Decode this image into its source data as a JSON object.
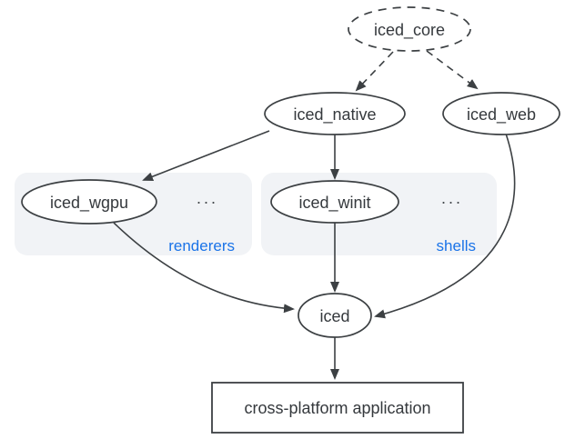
{
  "diagram": {
    "title_hint": "iced crate ecosystem dependency graph",
    "nodes": {
      "iced_core": {
        "label": "iced_core",
        "shape": "ellipse",
        "border": "dashed"
      },
      "iced_native": {
        "label": "iced_native",
        "shape": "ellipse",
        "border": "solid"
      },
      "iced_web": {
        "label": "iced_web",
        "shape": "ellipse",
        "border": "solid"
      },
      "iced_wgpu": {
        "label": "iced_wgpu",
        "shape": "ellipse",
        "border": "solid"
      },
      "iced_winit": {
        "label": "iced_winit",
        "shape": "ellipse",
        "border": "solid"
      },
      "iced": {
        "label": "iced",
        "shape": "ellipse",
        "border": "solid"
      },
      "application": {
        "label": "cross-platform application",
        "shape": "rectangle",
        "border": "solid"
      }
    },
    "groups": {
      "renderers": {
        "label": "renderers",
        "ellipsis": "..."
      },
      "shells": {
        "label": "shells",
        "ellipsis": "..."
      }
    },
    "edges": [
      {
        "from": "iced_core",
        "to": "iced_native",
        "style": "dashed",
        "arrow": true
      },
      {
        "from": "iced_core",
        "to": "iced_web",
        "style": "dashed",
        "arrow": true
      },
      {
        "from": "iced_native",
        "to": "iced_wgpu",
        "style": "solid",
        "arrow": true
      },
      {
        "from": "iced_native",
        "to": "iced_winit",
        "style": "solid",
        "arrow": true
      },
      {
        "from": "iced_wgpu",
        "to": "iced",
        "style": "solid",
        "arrow": true
      },
      {
        "from": "iced_winit",
        "to": "iced",
        "style": "solid",
        "arrow": true
      },
      {
        "from": "iced_web",
        "to": "iced",
        "style": "solid",
        "arrow": true
      },
      {
        "from": "iced",
        "to": "application",
        "style": "solid",
        "arrow": true
      }
    ],
    "colors": {
      "stroke": "#3c4043",
      "text": "#35393d",
      "group_fill": "#f1f3f6",
      "group_label_blue": "#1a73e8",
      "background": "#ffffff"
    }
  }
}
